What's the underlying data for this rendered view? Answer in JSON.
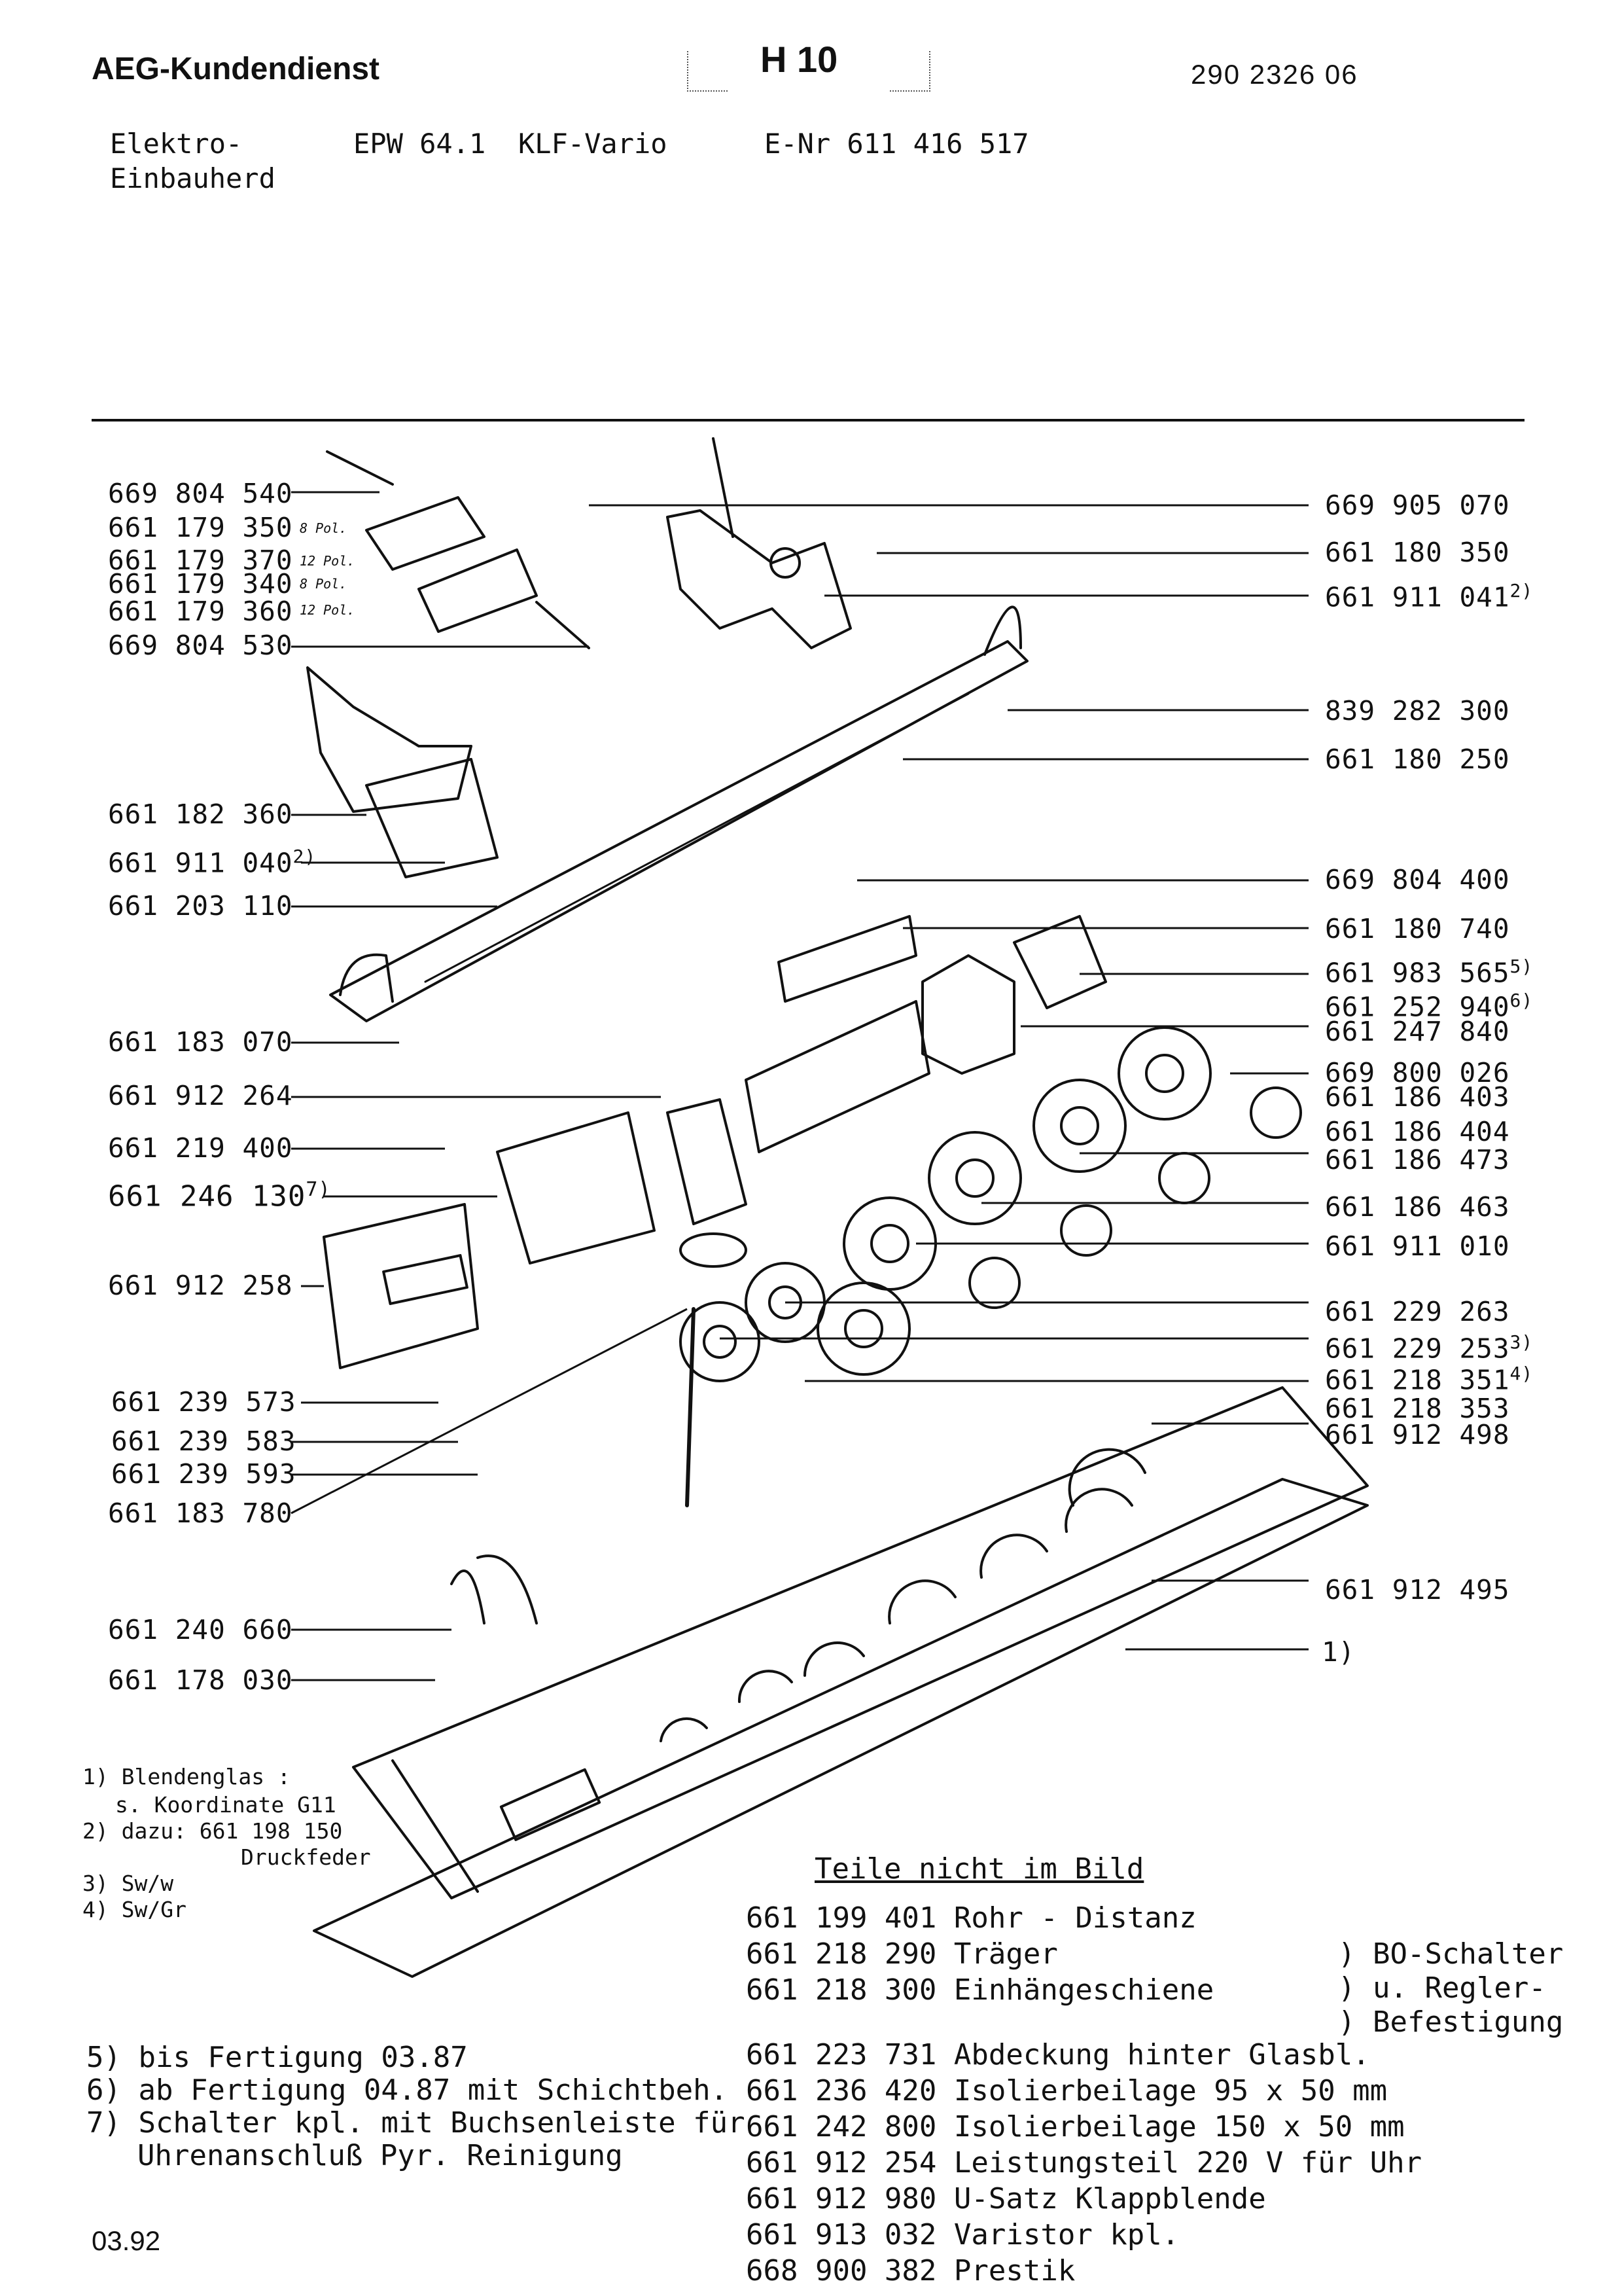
{
  "header": {
    "brand": "AEG-Kundendienst",
    "page_code": "H 10",
    "doc_number": "290 2326 06",
    "product_line1": "Elektro-",
    "product_line2": "Einbauherd",
    "model": "EPW 64.1",
    "variant": "KLF-Vario",
    "enr": "E-Nr 611 416 517"
  },
  "callouts_left": [
    {
      "part": "669 804 540"
    },
    {
      "part": "661 179 350",
      "tag": "8 Pol."
    },
    {
      "part": "661 179 370",
      "tag": "12 Pol."
    },
    {
      "part": "661 179 340",
      "tag": "8 Pol."
    },
    {
      "part": "661 179 360",
      "tag": "12 Pol."
    },
    {
      "part": "669 804 530"
    },
    {
      "part": "661 182 360"
    },
    {
      "part": "661 911 040",
      "sup": "2)"
    },
    {
      "part": "661 203 110"
    },
    {
      "part": "661 183 070"
    },
    {
      "part": "661 912 264"
    },
    {
      "part": "661 219 400"
    },
    {
      "part": "661 246 130",
      "sup": "7)"
    },
    {
      "part": "661 912 258"
    },
    {
      "part": "661 239 573"
    },
    {
      "part": "661 239 583"
    },
    {
      "part": "661 239 593"
    },
    {
      "part": "661 183 780"
    },
    {
      "part": "661 240 660"
    },
    {
      "part": "661 178 030"
    }
  ],
  "callouts_right": [
    {
      "part": "669 905 070"
    },
    {
      "part": "661 180 350"
    },
    {
      "part": "661 911 041",
      "sup": "2)"
    },
    {
      "part": "839 282 300"
    },
    {
      "part": "661 180 250"
    },
    {
      "part": "669 804 400"
    },
    {
      "part": "661 180 740"
    },
    {
      "part": "661 983 565",
      "sup": "5)"
    },
    {
      "part": "661 252 940",
      "sup": "6)"
    },
    {
      "part": "661 247 840"
    },
    {
      "part": "669 800 026"
    },
    {
      "part": "661 186 403"
    },
    {
      "part": "661 186 404"
    },
    {
      "part": "661 186 473"
    },
    {
      "part": "661 186 463"
    },
    {
      "part": "661 911 010"
    },
    {
      "part": "661 229 263"
    },
    {
      "part": "661 229 253",
      "sup": "3)"
    },
    {
      "part": "661 218 351",
      "sup": "4)"
    },
    {
      "part": "661 218 353"
    },
    {
      "part": "661 912 498"
    },
    {
      "part": "661 912 495"
    },
    {
      "part": "1)"
    }
  ],
  "footnotes_small": [
    "1) Blendenglas :",
    "s. Koordinate G11",
    "2) dazu: 661 198 150",
    "Druckfeder",
    "3) Sw/w",
    "4) Sw/Gr"
  ],
  "footnotes_large": [
    "5) bis Fertigung 03.87",
    "6) ab  Fertigung 04.87 mit Schichtbeh.",
    "7) Schalter kpl. mit Buchsenleiste für",
    "Uhrenanschluß Pyr. Reinigung"
  ],
  "parts_not_shown": {
    "title": "Teile nicht im Bild",
    "rows": [
      {
        "part": "661 199 401",
        "desc": "Rohr - Distanz"
      },
      {
        "part": "661 218 290",
        "desc": "Träger"
      },
      {
        "part": "661 218 300",
        "desc": "Einhängeschiene"
      },
      {
        "part": "661 223 731",
        "desc": "Abdeckung hinter Glasbl."
      },
      {
        "part": "661 236 420",
        "desc": "Isolierbeilage 95 x 50 mm"
      },
      {
        "part": "661 242 800",
        "desc": "Isolierbeilage 150 x 50 mm"
      },
      {
        "part": "661 912 254",
        "desc": "Leistungsteil 220 V für Uhr"
      },
      {
        "part": "661 912 980",
        "desc": "U-Satz Klappblende"
      },
      {
        "part": "661 913 032",
        "desc": "Varistor kpl."
      },
      {
        "part": "668 900 382",
        "desc": "Prestik"
      }
    ],
    "group_note": [
      ") BO-Schalter",
      ") u. Regler-",
      ") Befestigung"
    ]
  },
  "date": "03.92"
}
